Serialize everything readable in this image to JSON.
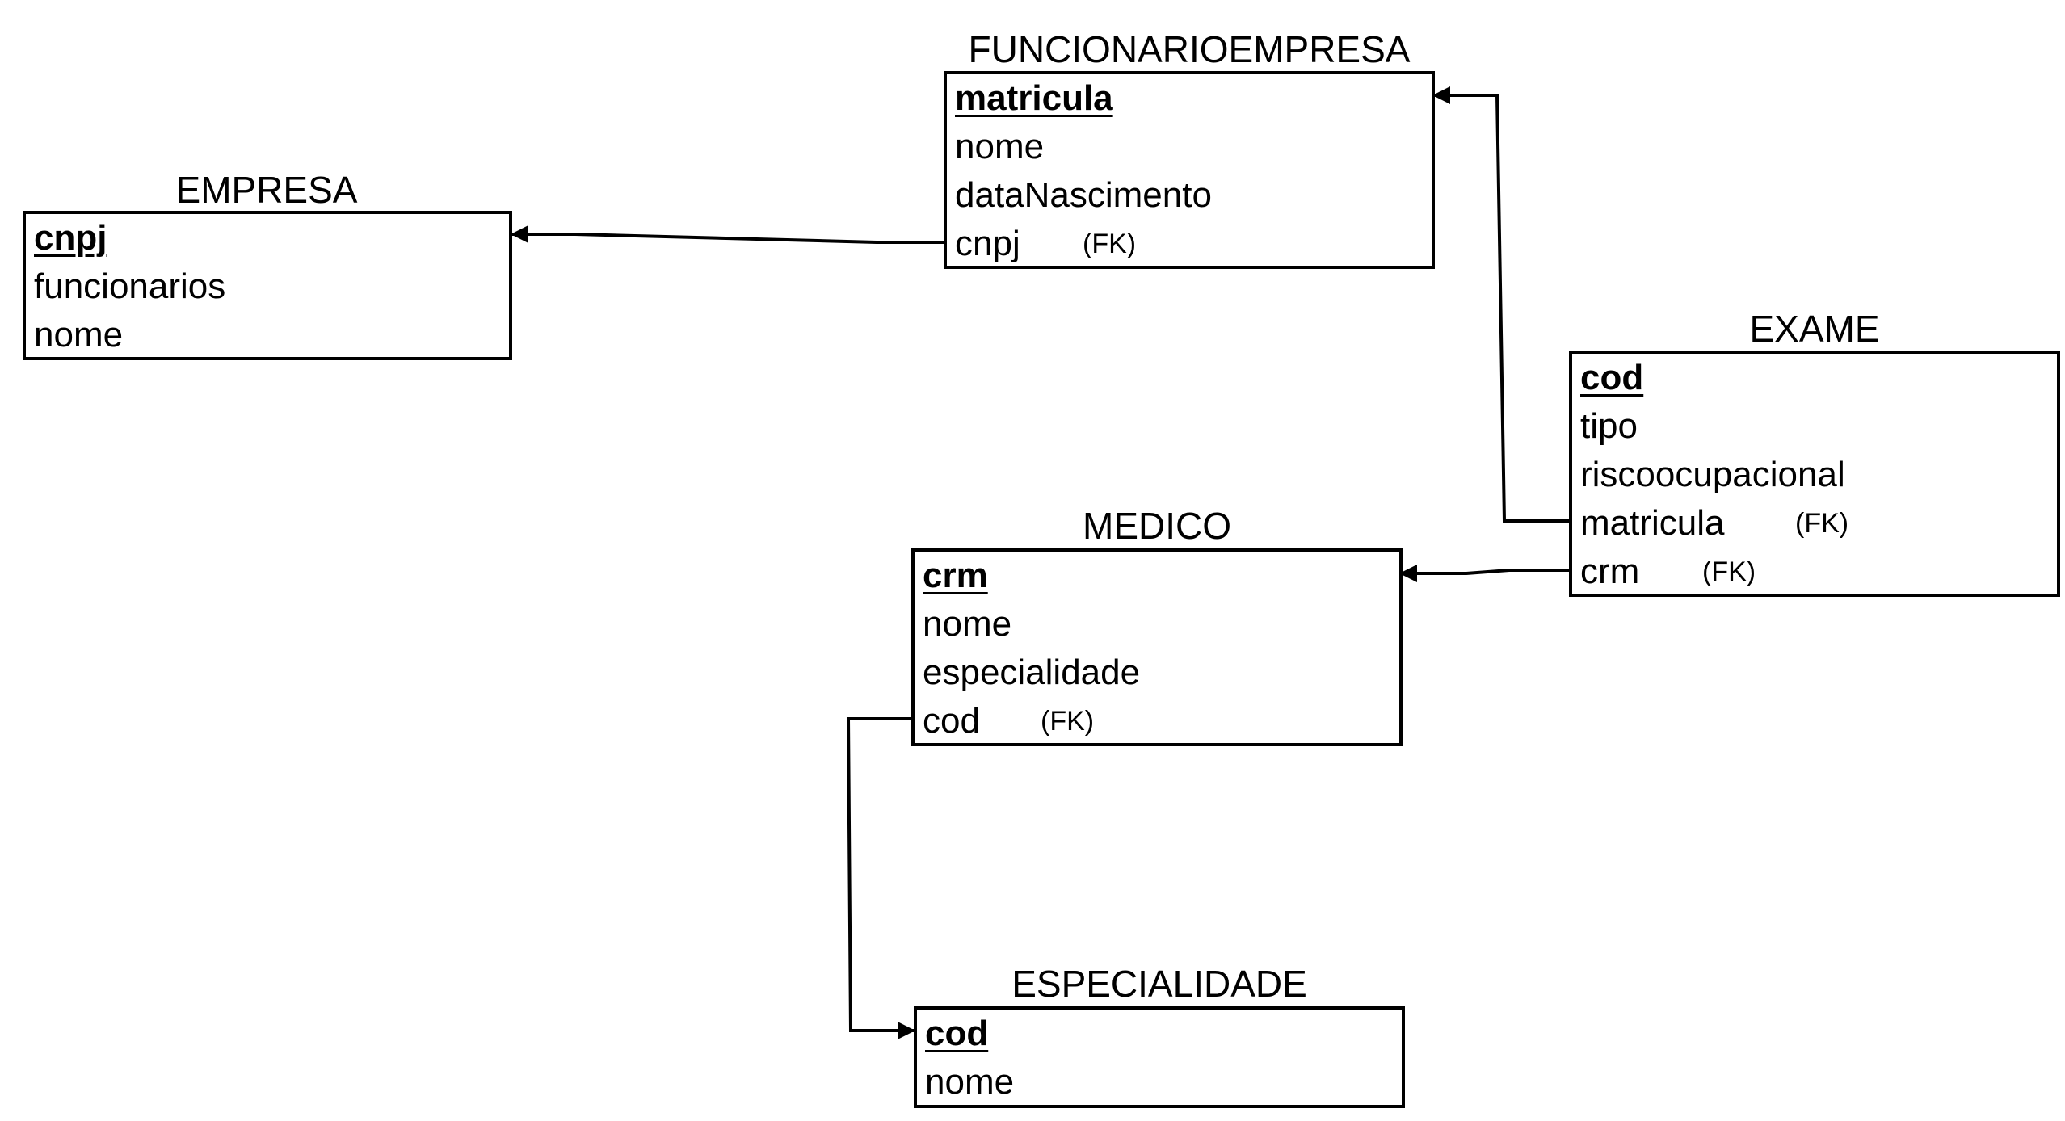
{
  "entities": {
    "funcionarioempresa": {
      "title": "FUNCIONARIOEMPRESA",
      "attributes": [
        {
          "name": "matricula",
          "pk": true
        },
        {
          "name": "nome"
        },
        {
          "name": "dataNascimento"
        },
        {
          "name": "cnpj",
          "fk": "(FK)"
        }
      ]
    },
    "empresa": {
      "title": "EMPRESA",
      "attributes": [
        {
          "name": "cnpj",
          "pk": true
        },
        {
          "name": "funcionarios"
        },
        {
          "name": "nome"
        }
      ]
    },
    "exame": {
      "title": "EXAME",
      "attributes": [
        {
          "name": "cod",
          "pk": true
        },
        {
          "name": "tipo"
        },
        {
          "name": "riscoocupacional"
        },
        {
          "name": "matricula",
          "fk": "(FK)"
        },
        {
          "name": "crm",
          "fk": "(FK)"
        }
      ]
    },
    "medico": {
      "title": "MEDICO",
      "attributes": [
        {
          "name": "crm",
          "pk": true
        },
        {
          "name": "nome"
        },
        {
          "name": "especialidade"
        },
        {
          "name": "cod",
          "fk": "(FK)"
        }
      ]
    },
    "especialidade": {
      "title": "ESPECIALIDADE",
      "attributes": [
        {
          "name": "cod",
          "pk": true
        },
        {
          "name": "nome"
        }
      ]
    }
  },
  "relationships": [
    {
      "from": "funcionarioempresa.cnpj",
      "to": "empresa.cnpj"
    },
    {
      "from": "exame.matricula",
      "to": "funcionarioempresa.matricula"
    },
    {
      "from": "exame.crm",
      "to": "medico.crm"
    },
    {
      "from": "medico.cod",
      "to": "especialidade.cod"
    }
  ]
}
